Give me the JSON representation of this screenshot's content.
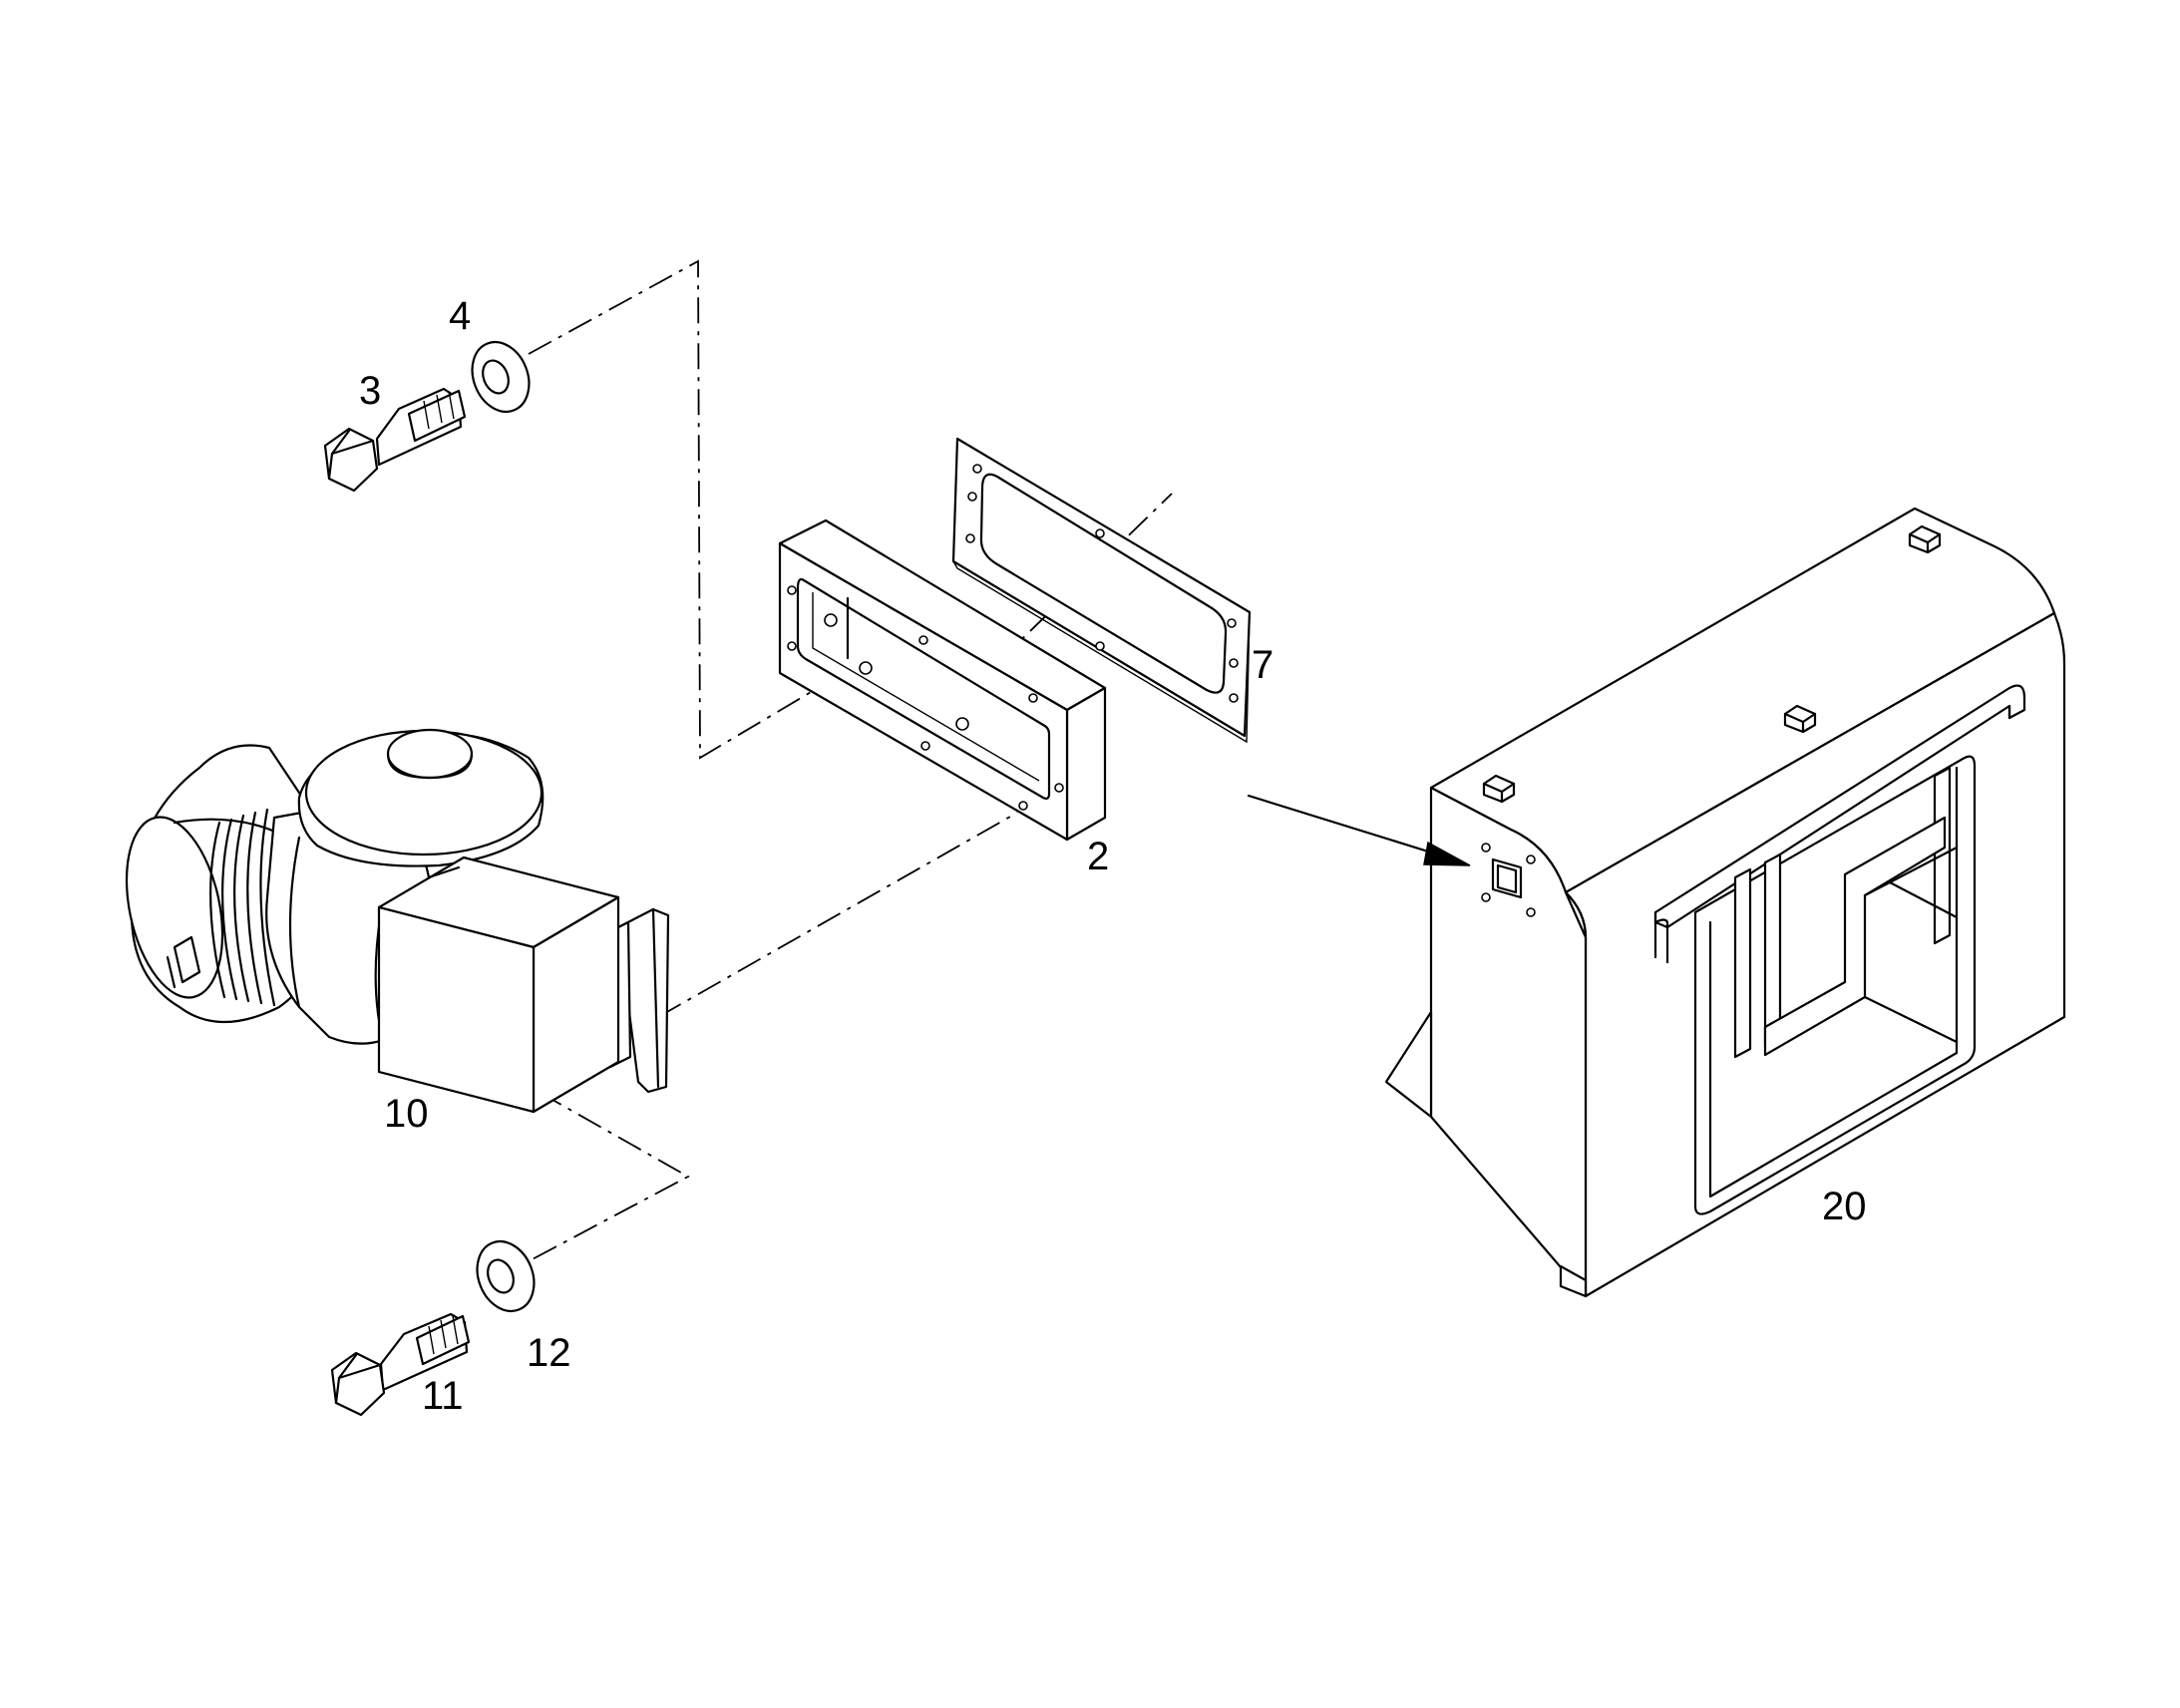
{
  "callouts": {
    "c2": "2",
    "c3": "3",
    "c4": "4",
    "c7": "7",
    "c10": "10",
    "c11": "11",
    "c12": "12",
    "c20": "20"
  },
  "colors": {
    "line": "#000000",
    "background": "#ffffff"
  }
}
